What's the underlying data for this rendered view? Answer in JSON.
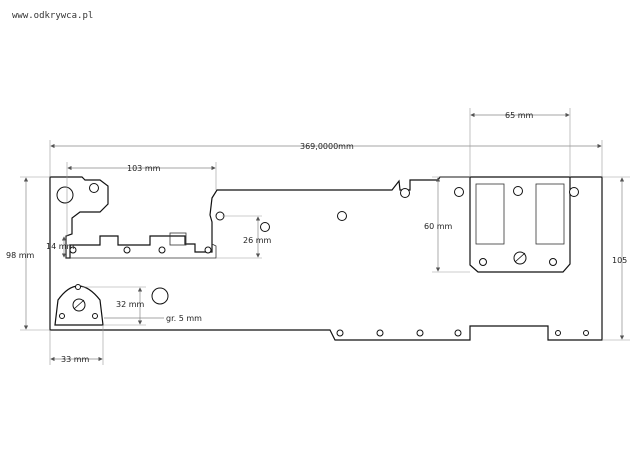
{
  "watermark": "www.odkrywca.pl",
  "dimensions": {
    "overall_length": "369,0000mm",
    "window_width": "65 mm",
    "cutout_width": "103 mm",
    "left_height": "98 mm",
    "right_height": "105",
    "window_height": "60 mm",
    "small_offset": "14 mm",
    "hole_offset": "26 mm",
    "boss_height": "32 mm",
    "thickness": "gr. 5 mm",
    "boss_offset": "33 mm"
  },
  "colors": {
    "line": "#111111",
    "dimension": "#888888",
    "background": "#ffffff"
  }
}
